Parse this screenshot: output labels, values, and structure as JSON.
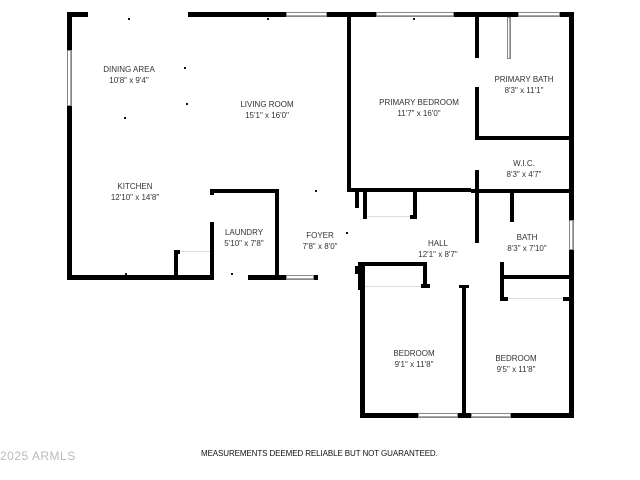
{
  "floorplan": {
    "rooms": [
      {
        "name": "DINING AREA",
        "dims": "10'8\" x 9'4\""
      },
      {
        "name": "LIVING ROOM",
        "dims": "15'1\" x 16'0\""
      },
      {
        "name": "PRIMARY BEDROOM",
        "dims": "11'7\" x 16'0\""
      },
      {
        "name": "PRIMARY BATH",
        "dims": "8'3\" x 11'1\""
      },
      {
        "name": "W.I.C.",
        "dims": "8'3\" x 4'7\""
      },
      {
        "name": "KITCHEN",
        "dims": "12'10\" x 14'8\""
      },
      {
        "name": "LAUNDRY",
        "dims": "5'10\" x 7'8\""
      },
      {
        "name": "FOYER",
        "dims": "7'8\" x 8'0\""
      },
      {
        "name": "HALL",
        "dims": "12'1\" x 8'7\""
      },
      {
        "name": "BATH",
        "dims": "8'3\" x 7'10\""
      },
      {
        "name": "BEDROOM",
        "dims": "9'1\" x 11'8\""
      },
      {
        "name": "BEDROOM",
        "dims": "9'5\" x 11'8\""
      }
    ]
  },
  "footer": {
    "copyright": "2025 ARMLS",
    "disclaimer": "MEASUREMENTS DEEMED RELIABLE BUT NOT GUARANTEED."
  },
  "colors": {
    "wall": "#000000",
    "label": "#333333",
    "background": "#ffffff"
  }
}
